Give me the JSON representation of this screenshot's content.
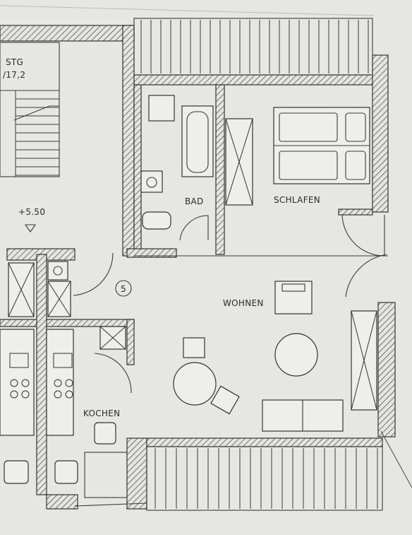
{
  "rooms": {
    "stairwell": {
      "label": "STG",
      "sub": "/17,2"
    },
    "bathroom": {
      "label": "BAD"
    },
    "bedroom": {
      "label": "SCHLAFEN"
    },
    "living": {
      "label": "WOHNEN"
    },
    "kitchen": {
      "label": "KOCHEN"
    }
  },
  "level_mark": "+5.50",
  "unit_number": "5",
  "colors": {
    "paper": "#e6e6e2",
    "ink": "#333333"
  }
}
